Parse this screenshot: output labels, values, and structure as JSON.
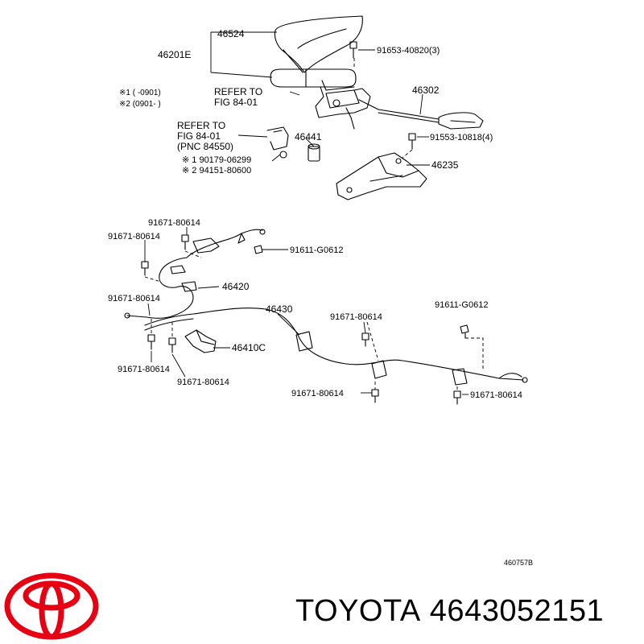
{
  "parts": {
    "p46524": "46524",
    "p46201E": "46201E",
    "p91653": "91653-40820(3)",
    "p46302": "46302",
    "p91553": "91553-10818(4)",
    "p46441": "46441",
    "p46235": "46235",
    "p91671_a": "91671-80614",
    "p91671_b": "91671-80614",
    "p91611_a": "91611-G0612",
    "p46420": "46420",
    "p91671_c": "91671-80614",
    "p46430": "46430",
    "p91671_d": "91671-80614",
    "p91611_b": "91611-G0612",
    "p46410C": "46410C",
    "p91671_e": "91671-80614",
    "p91671_f": "91671-80614",
    "p91671_g": "91671-80614",
    "p91671_h": "91671-80614"
  },
  "notes": {
    "refer1_line1": "REFER TO",
    "refer1_line2": "FIG  84-01",
    "refer2_line1": "REFER TO",
    "refer2_line2": "FIG  84-01",
    "refer2_line3": "(PNC 84550)",
    "legend1": "※1 (     -0901)",
    "legend2": "※2 (0901-     )",
    "alt1": "※ 1 90179-06299",
    "alt2": "※ 2 94151-80600"
  },
  "figure_code": "460757B",
  "footer": {
    "brand": "TOYOTA",
    "part_number": "4643052151"
  },
  "colors": {
    "ink": "#000000",
    "logo_red": "#e60012"
  }
}
